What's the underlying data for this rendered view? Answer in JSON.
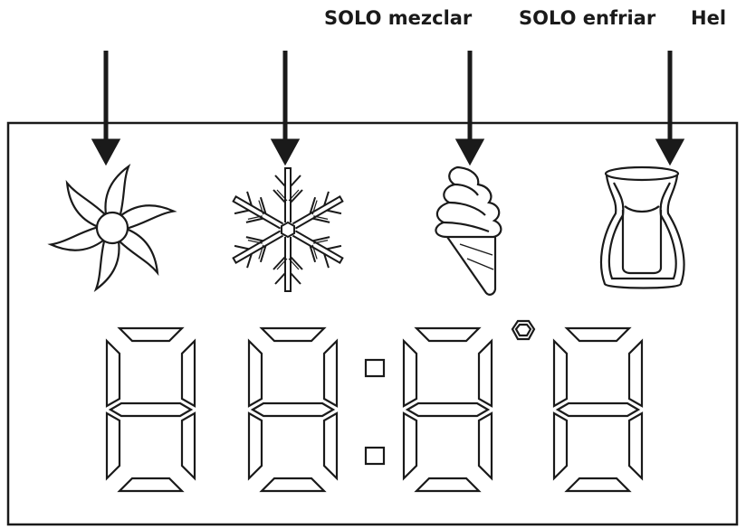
{
  "labels": {
    "mix_only": "SOLO mezclar",
    "cool_only": "SOLO enfriar",
    "ice_cream": "Hel"
  },
  "icons": [
    "stirring-paddle-icon",
    "snowflake-icon",
    "ice-cream-cone-icon",
    "container-icon"
  ],
  "display": {
    "digits": 4,
    "colon": true,
    "degree_symbol": true
  },
  "colors": {
    "stroke": "#1a1a1a",
    "background": "#ffffff"
  }
}
